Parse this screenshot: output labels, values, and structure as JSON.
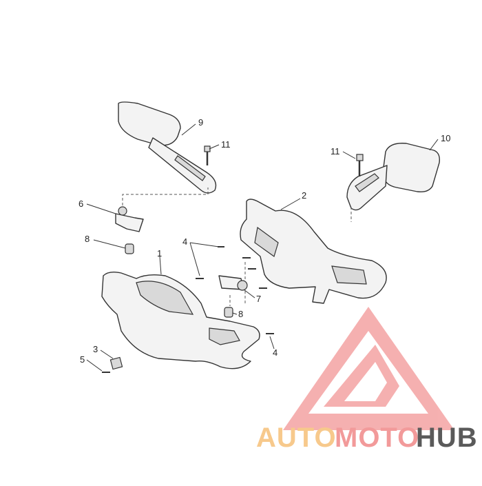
{
  "diagram": {
    "callouts": {
      "p1": "1",
      "p2": "2",
      "p3": "3",
      "p4a": "4",
      "p4b": "4",
      "p5": "5",
      "p6": "6",
      "p7": "7",
      "p8a": "8",
      "p8b": "8",
      "p9": "9",
      "p10": "10",
      "p11a": "11",
      "p11b": "11"
    }
  },
  "watermark": {
    "part1": "AUTO",
    "part2": "MOTO",
    "part3": "HUB",
    "colors": {
      "auto": "#f7c98c",
      "moto": "#f29a9a",
      "hub": "#5a5a5a",
      "logo": "#ef8f8f"
    }
  }
}
